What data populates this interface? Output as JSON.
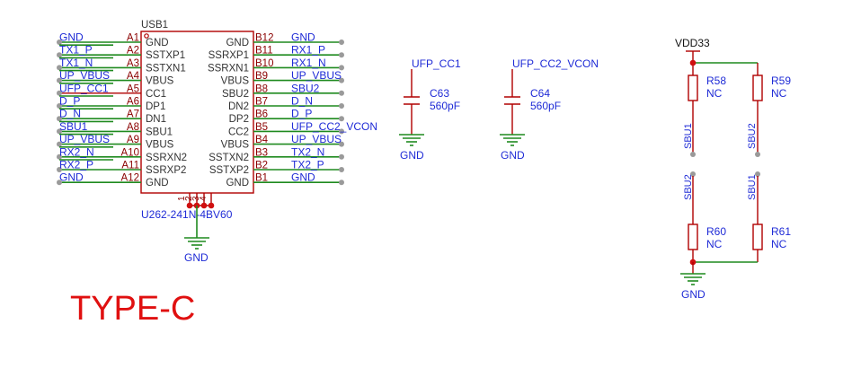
{
  "connector": {
    "designator": "USB1",
    "part_number": "U262-241N-4BV60",
    "left_pins": [
      {
        "num": "A1",
        "name": "GND",
        "net": "GND",
        "bar": false
      },
      {
        "num": "A2",
        "name": "SSTXP1",
        "net": "TX1_P",
        "bar": true
      },
      {
        "num": "A3",
        "name": "SSTXN1",
        "net": "TX1_N",
        "bar": true
      },
      {
        "num": "A4",
        "name": "VBUS",
        "net": "UP_VBUS",
        "bar": true
      },
      {
        "num": "A5",
        "name": "CC1",
        "net": "UFP_CC1",
        "bar": true
      },
      {
        "num": "A6",
        "name": "DP1",
        "net": "D_P",
        "bar": true
      },
      {
        "num": "A7",
        "name": "DN1",
        "net": "D_N",
        "bar": true
      },
      {
        "num": "A8",
        "name": "SBU1",
        "net": "SBU1",
        "bar": true
      },
      {
        "num": "A9",
        "name": "VBUS",
        "net": "UP_VBUS",
        "bar": true
      },
      {
        "num": "A10",
        "name": "SSRXN2",
        "net": "RX2_N",
        "bar": true
      },
      {
        "num": "A11",
        "name": "SSRXP2",
        "net": "RX2_P",
        "bar": true
      },
      {
        "num": "A12",
        "name": "GND",
        "net": "GND",
        "bar": false
      }
    ],
    "right_pins": [
      {
        "num": "B12",
        "name": "GND",
        "net": "GND"
      },
      {
        "num": "B11",
        "name": "SSRXP1",
        "net": "RX1_P"
      },
      {
        "num": "B10",
        "name": "SSRXN1",
        "net": "RX1_N"
      },
      {
        "num": "B9",
        "name": "VBUS",
        "net": "UP_VBUS"
      },
      {
        "num": "B8",
        "name": "SBU2",
        "net": "SBU2"
      },
      {
        "num": "B7",
        "name": "DN2",
        "net": "D_N"
      },
      {
        "num": "B6",
        "name": "DP2",
        "net": "D_P"
      },
      {
        "num": "B5",
        "name": "CC2",
        "net": "UFP_CC2_VCON"
      },
      {
        "num": "B4",
        "name": "VBUS",
        "net": "UP_VBUS"
      },
      {
        "num": "B3",
        "name": "SSTXN2",
        "net": "TX2_N"
      },
      {
        "num": "B2",
        "name": "SSTXP2",
        "net": "TX2_P"
      },
      {
        "num": "B1",
        "name": "GND",
        "net": "GND"
      }
    ],
    "bottom_pins": [
      "1",
      "2",
      "3",
      "4"
    ],
    "ground_label": "GND"
  },
  "capacitors": [
    {
      "designator": "C63",
      "value": "560pF",
      "net": "UFP_CC1",
      "ground": "GND"
    },
    {
      "designator": "C64",
      "value": "560pF",
      "net": "UFP_CC2_VCON",
      "ground": "GND"
    }
  ],
  "resistors": {
    "power_net": "VDD33",
    "ground_net": "GND",
    "top": [
      {
        "designator": "R58",
        "value": "NC",
        "net": "SBU1"
      },
      {
        "designator": "R59",
        "value": "NC",
        "net": "SBU2"
      }
    ],
    "bottom": [
      {
        "designator": "R60",
        "value": "NC",
        "net": "SBU2"
      },
      {
        "designator": "R61",
        "value": "NC",
        "net": "SBU1"
      }
    ]
  },
  "title": "TYPE-C"
}
